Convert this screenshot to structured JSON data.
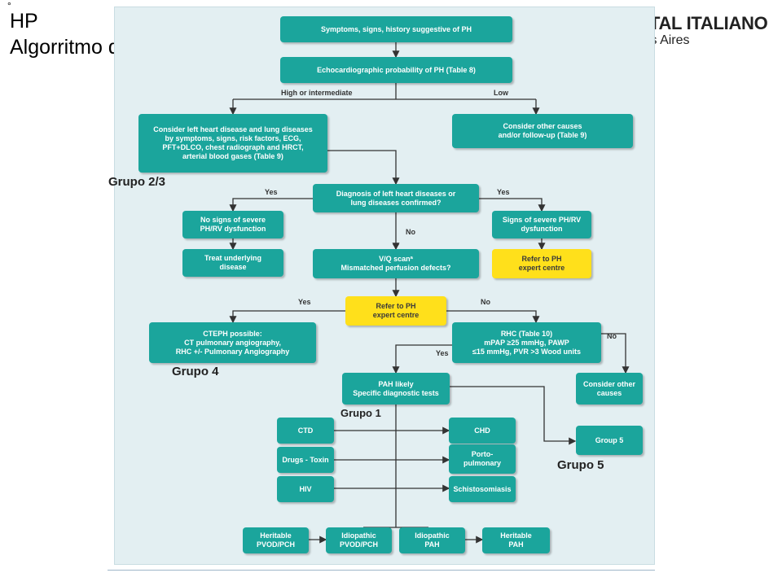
{
  "slide": {
    "bullet": "°",
    "title_line1": "HP",
    "title_line2": "Algorritmo diagnóstico"
  },
  "logo": {
    "line1": "HOSPITAL ITALIANO",
    "line2": "de Buenos Aires",
    "colors": {
      "green": "#2e9b47",
      "red": "#d9262e"
    }
  },
  "nodes": {
    "symptoms": "Symptoms, signs, history suggestive of PH",
    "echo": "Echocardiographic probability of PH (Table 8)",
    "consider_left": "Consider left heart disease and lung diseases\nby symptoms, signs, risk factors, ECG,\nPFT+DLCO, chest radiograph and HRCT,\narterial blood gases  (Table 9)",
    "other_causes": "Consider other causes\nand/or follow-up (Table 9)",
    "diagnosis_confirmed": "Diagnosis of left heart diseases or\nlung diseases confirmed?",
    "no_severe": "No signs of severe\nPH/RV dysfunction",
    "severe": "Signs of severe PH/RV\ndysfunction",
    "treat": "Treat underlying\ndisease",
    "refer1": "Refer to PH\nexpert centre",
    "vq": "V/Q scanª\nMismatched perfusion defects?",
    "refer2": "Refer to PH\nexpert centre",
    "cteph": "CTEPH possible:\nCT pulmonary angiography,\nRHC +/- Pulmonary Angiography",
    "rhc": "RHC (Table 10)\nmPAP  ≥25 mmHg, PAWP\n≤15 mmHg, PVR >3 Wood units",
    "pah": "PAH likely\nSpecific diagnostic tests",
    "consider_other": "Consider other\ncauses",
    "ctd": "CTD",
    "chd": "CHD",
    "drugs": "Drugs - Toxin",
    "porto": "Porto-\npulmonary",
    "hiv": "HIV",
    "schisto": "Schistosomiasis",
    "group5": "Group 5",
    "heritable_pvod": "Heritable\nPVOD/PCH",
    "idiopathic_pvod": "Idiopathic\nPVOD/PCH",
    "idiopathic_pah": "Idiopathic\nPAH",
    "heritable_pah": "Heritable\nPAH"
  },
  "labels": {
    "high": "High or intermediate",
    "low": "Low",
    "yes1": "Yes",
    "yes2": "Yes",
    "no1": "No",
    "yes3": "Yes",
    "no2": "No",
    "no3": "No",
    "yes4": "Yes"
  },
  "groups": {
    "g23": "Grupo 2/3",
    "g4": "Grupo 4",
    "g1": "Grupo  1",
    "g5": "Grupo 5"
  },
  "colors": {
    "teal": "#1ba59c",
    "yellow": "#ffe01b",
    "panel": "#e3eff2"
  }
}
